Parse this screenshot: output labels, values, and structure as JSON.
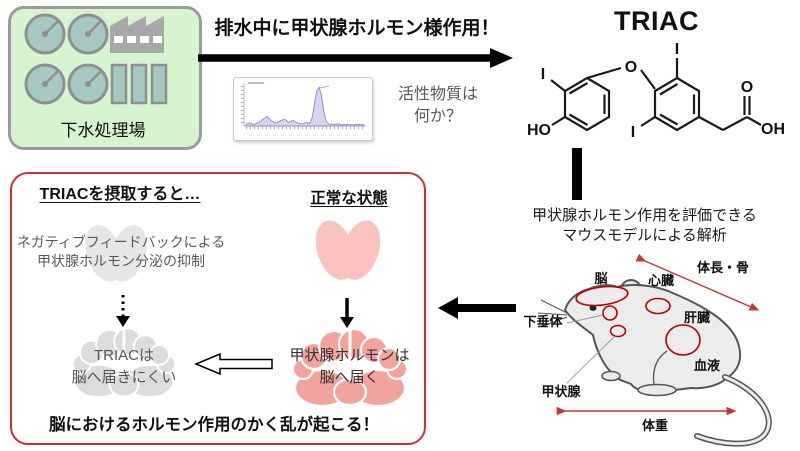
{
  "palette": {
    "plant_bg": "#d8f3cf",
    "plant_border": "#9b9b9b",
    "tank_teal": "#a5c8c3",
    "factory_gray": "#a8a8a8",
    "red_box_border": "#cf2e35",
    "organ_circle_red": "#c00000",
    "measure_arrow_red": "#cc3333",
    "thyroid_pink": "#f9c2bf",
    "brain_pink": "#f2a39b",
    "icon_gray": "#e3e3e3",
    "muted_text_gray": "#595959",
    "chromatogram_purple": "#8f8ac8"
  },
  "plant": {
    "label": "下水処理場"
  },
  "flow": {
    "top_arrow_label": "排水中に甲状腺ホルモン様作用！",
    "question_line1": "活性物質は",
    "question_line2": "何か？"
  },
  "chromatogram": {
    "type": "line",
    "x_range": [
      0,
      100
    ],
    "y_range": [
      0,
      100
    ],
    "trace": [
      [
        0,
        4
      ],
      [
        3,
        8
      ],
      [
        6,
        4
      ],
      [
        10,
        7
      ],
      [
        14,
        16
      ],
      [
        18,
        24
      ],
      [
        21,
        14
      ],
      [
        25,
        7
      ],
      [
        29,
        13
      ],
      [
        33,
        17
      ],
      [
        36,
        9
      ],
      [
        40,
        14
      ],
      [
        44,
        7
      ],
      [
        48,
        5
      ],
      [
        51,
        9
      ],
      [
        54,
        6
      ],
      [
        56,
        20
      ],
      [
        58,
        55
      ],
      [
        60,
        88
      ],
      [
        62,
        97
      ],
      [
        64,
        75
      ],
      [
        66,
        35
      ],
      [
        68,
        12
      ],
      [
        70,
        5
      ],
      [
        74,
        4
      ],
      [
        78,
        5
      ],
      [
        82,
        3
      ],
      [
        86,
        4
      ],
      [
        90,
        3
      ],
      [
        94,
        4
      ],
      [
        100,
        3
      ]
    ]
  },
  "triac": {
    "title": "TRIAC",
    "atom_i_left": "I",
    "atom_ho": "HO",
    "atom_o_ether": "O",
    "atom_i_top": "I",
    "atom_i_bottom": "I",
    "atom_o_carbonyl": "O",
    "atom_oh": "OH"
  },
  "mouse_model": {
    "line1": "甲状腺ホルモン作用を評価できる",
    "line2": "マウスモデルによる解析"
  },
  "mouse_labels": {
    "brain": "脳",
    "heart": "心臓",
    "pituitary": "下垂体",
    "liver": "肝臓",
    "blood": "血液",
    "thyroid": "甲状腺",
    "body_length_bone": "体長・骨",
    "body_weight": "体重"
  },
  "result_box": {
    "left_heading": "TRIACを摂取すると…",
    "feedback_line1": "ネガティブフィードバックによる",
    "feedback_line2": "甲状腺ホルモン分泌の抑制",
    "triac_brain_line1": "TRIACは",
    "triac_brain_line2": "脳へ届きにくい",
    "right_heading": "正常な状態",
    "normal_brain_line1": "甲状腺ホルモンは",
    "normal_brain_line2": "脳へ届く",
    "conclusion": "脳におけるホルモン作用のかく乱が起こる！"
  }
}
